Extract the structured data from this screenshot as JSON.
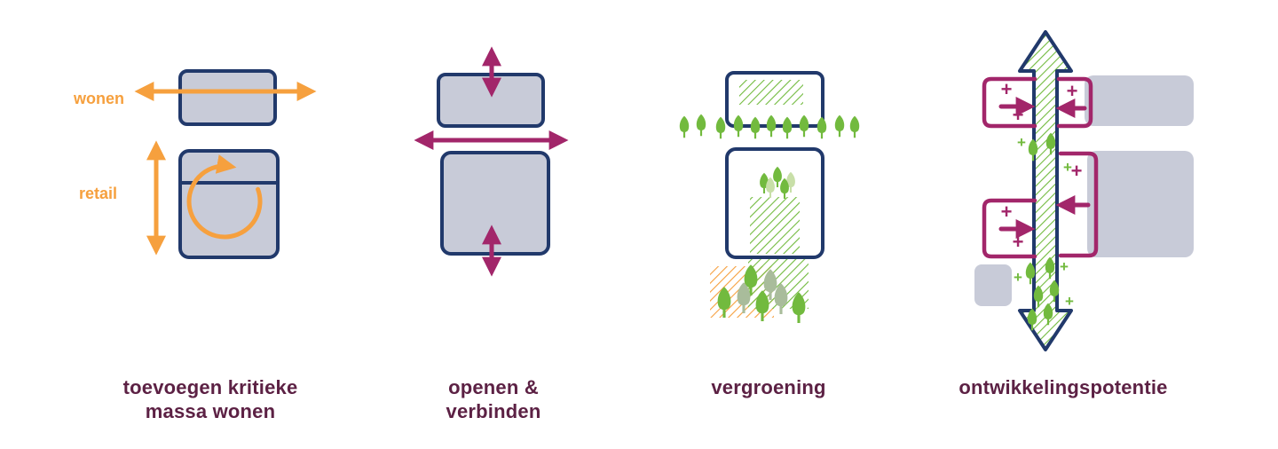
{
  "colors": {
    "orange": "#F6A03E",
    "navy": "#21396B",
    "block_fill": "#C8CBD8",
    "magenta": "#A2266A",
    "green": "#72BA3E",
    "green_pale": "#C8DFA8",
    "green_gray": "#A9BC9B",
    "caption": "#5C2144",
    "background": "#FFFFFF"
  },
  "symbols": {
    "plus": "+"
  },
  "panels": [
    {
      "id": "toevoegen-kritieke-massa-wonen",
      "caption_line1": "toevoegen kritieke",
      "caption_line2": "massa wonen",
      "labels": {
        "wonen": "wonen",
        "retail": "retail"
      },
      "icons": [
        "horizontal-double-arrow",
        "vertical-double-arrow",
        "rotation-arrow",
        "building-block"
      ]
    },
    {
      "id": "openen-verbinden",
      "caption_line1": "openen &",
      "caption_line2": "verbinden",
      "icons": [
        "vertical-double-arrow",
        "horizontal-double-arrow",
        "building-block"
      ]
    },
    {
      "id": "vergroening",
      "caption": "vergroening",
      "icons": [
        "tree",
        "green-hatch",
        "orange-hatch",
        "building-block"
      ]
    },
    {
      "id": "ontwikkelingspotentie",
      "caption": "ontwikkelingspotentie",
      "icons": [
        "vertical-development-arrow",
        "magenta-bracket",
        "plus-sign",
        "tree",
        "building-block"
      ]
    }
  ]
}
